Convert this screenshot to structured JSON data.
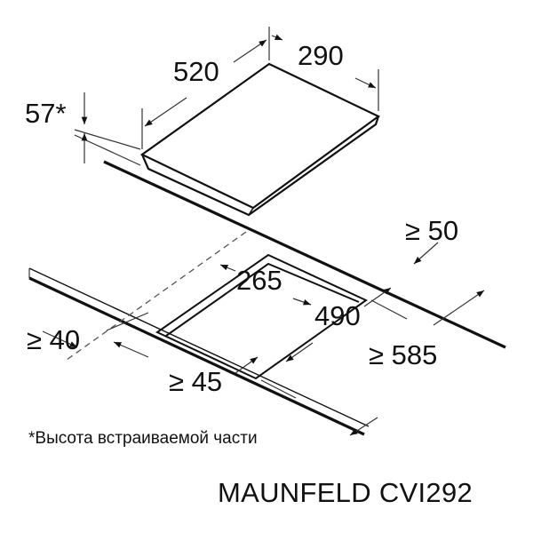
{
  "dimensions": {
    "hob_depth": "520",
    "hob_width": "290",
    "hob_height": "57*",
    "rear_clearance": "≥ 50",
    "cutout_width": "265",
    "cutout_depth": "490",
    "side_clearance": "≥ 40",
    "worktop_depth": "≥ 585",
    "front_clearance": "≥ 45"
  },
  "footnote": "*Высота встраиваемой части",
  "model": "MAUNFELD CVI292"
}
